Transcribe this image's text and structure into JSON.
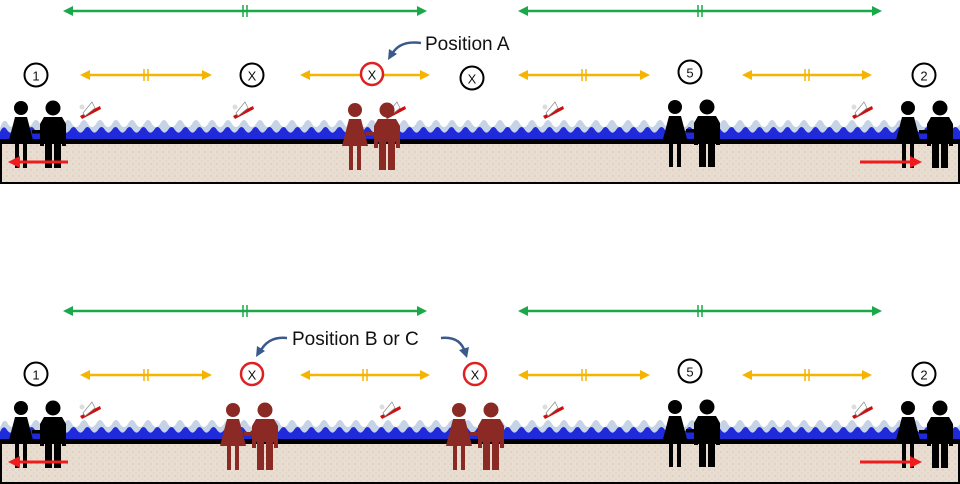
{
  "colors": {
    "green_arrow": "#1aa84a",
    "yellow_arrow": "#f4b400",
    "red_arrow": "#ee1c1c",
    "red_circle": "#e02020",
    "maroon_person": "#8b2a24",
    "black_person": "#000000",
    "water": "#1f2bdb",
    "wave_light": "#b8c7e0",
    "sand": "#e8ddd0",
    "callout_arrow": "#3a5a8c"
  },
  "panels": [
    {
      "callout": "Position A",
      "markers": [
        {
          "text": "1",
          "style": "black"
        },
        {
          "text": "X",
          "style": "black"
        },
        {
          "text": "X",
          "style": "red"
        },
        {
          "text": "X",
          "style": "black"
        },
        {
          "text": "5",
          "style": "black"
        },
        {
          "text": "2",
          "style": "black"
        }
      ]
    },
    {
      "callout": "Position B or C",
      "markers": [
        {
          "text": "1",
          "style": "black"
        },
        {
          "text": "X",
          "style": "red"
        },
        {
          "text": "X",
          "style": "red"
        },
        {
          "text": "5",
          "style": "black"
        },
        {
          "text": "2",
          "style": "black"
        }
      ]
    }
  ],
  "icons": [
    "person-couple-icon",
    "boat-icon",
    "equal-distance-arrow-icon",
    "direction-arrow-icon",
    "callout-arrow-icon"
  ]
}
